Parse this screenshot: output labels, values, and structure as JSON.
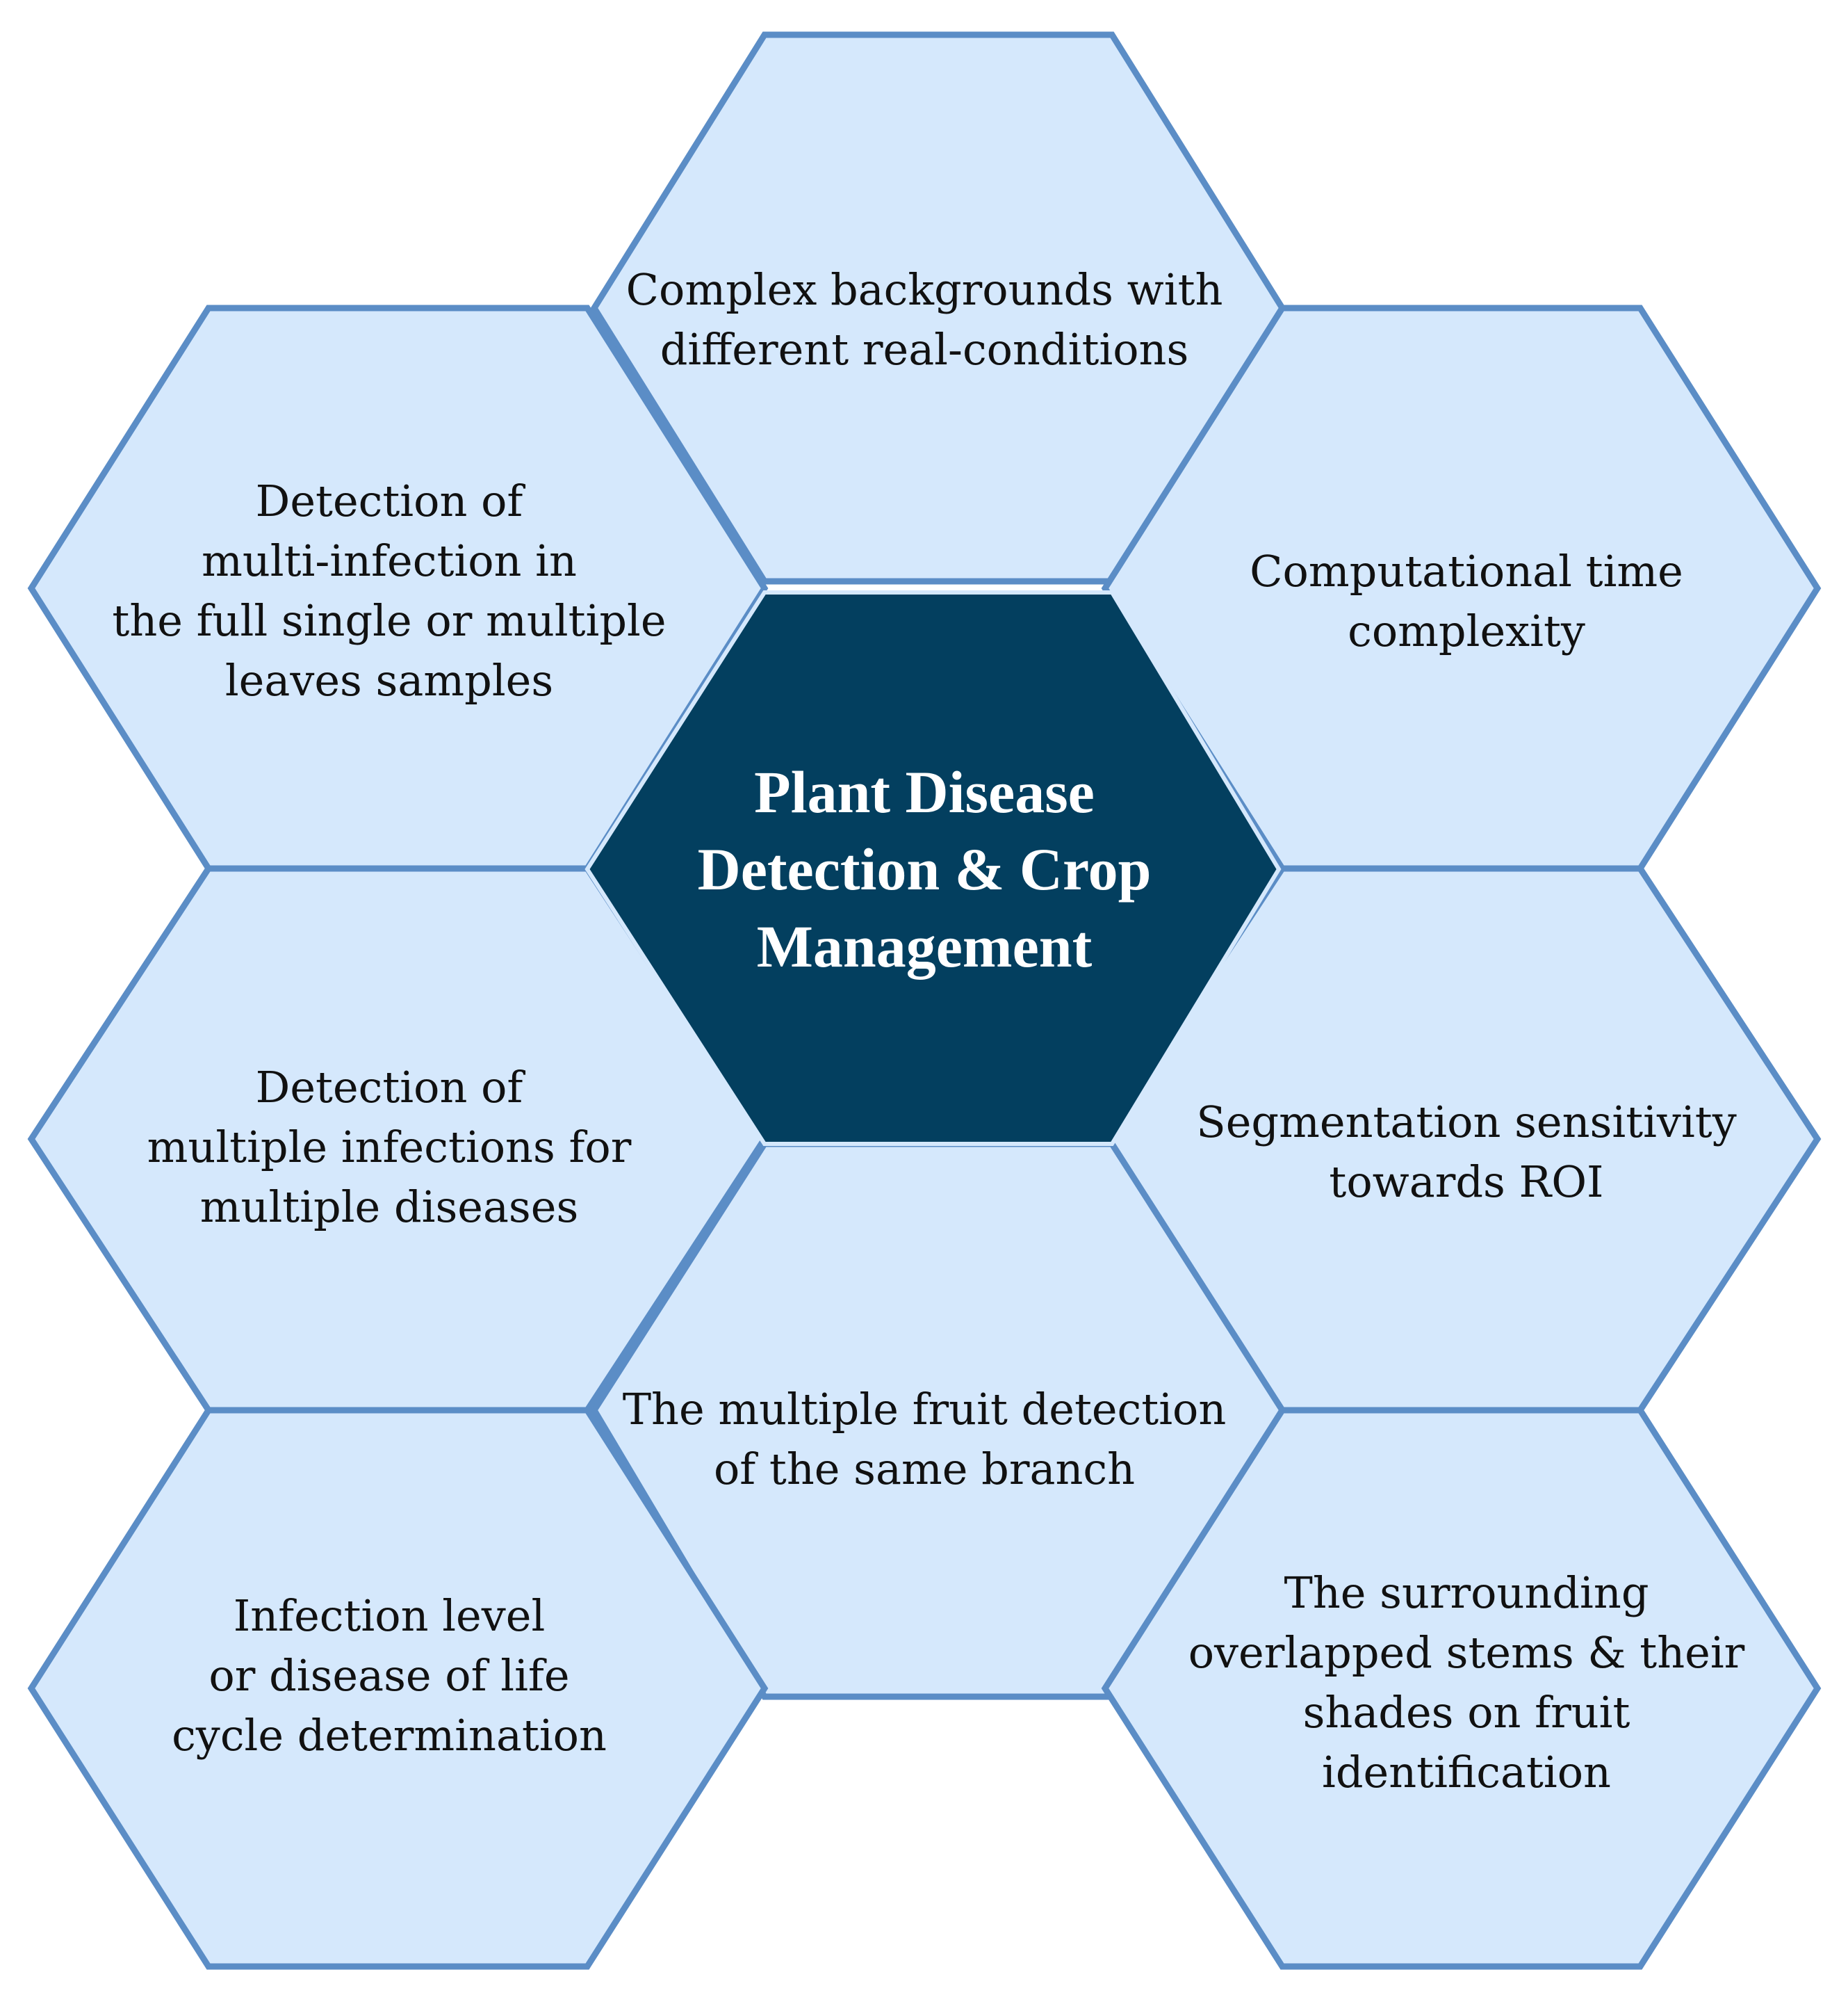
{
  "center": {
    "lines": [
      "Plant Disease",
      "Detection & Crop",
      "Management"
    ]
  },
  "cells": [
    {
      "id": "top",
      "lines": [
        "Complex backgrounds with",
        "different real-conditions"
      ]
    },
    {
      "id": "upper-left",
      "lines": [
        "Detection of",
        "multi-infection in",
        "the full single or multiple",
        "leaves samples"
      ]
    },
    {
      "id": "upper-right",
      "lines": [
        "Computational time",
        "complexity"
      ]
    },
    {
      "id": "middle-left",
      "lines": [
        "Detection of",
        "multiple infections for",
        "multiple diseases"
      ]
    },
    {
      "id": "middle-right",
      "lines": [
        "Segmentation sensitivity",
        "towards ROI"
      ]
    },
    {
      "id": "bottom",
      "lines": [
        "The multiple fruit detection",
        "of the same branch"
      ]
    },
    {
      "id": "lower-left",
      "lines": [
        "Infection level",
        "or disease of life",
        "cycle determination"
      ]
    },
    {
      "id": "lower-right",
      "lines": [
        "The surrounding",
        "overlapped stems & their",
        "shades on fruit",
        "identification"
      ]
    }
  ],
  "colors": {
    "cell_fill": "#d5e8fc",
    "cell_stroke": "#5b8dc6",
    "center_fill": "#033f5f",
    "center_text": "#ffffff",
    "cell_text": "#111111"
  }
}
